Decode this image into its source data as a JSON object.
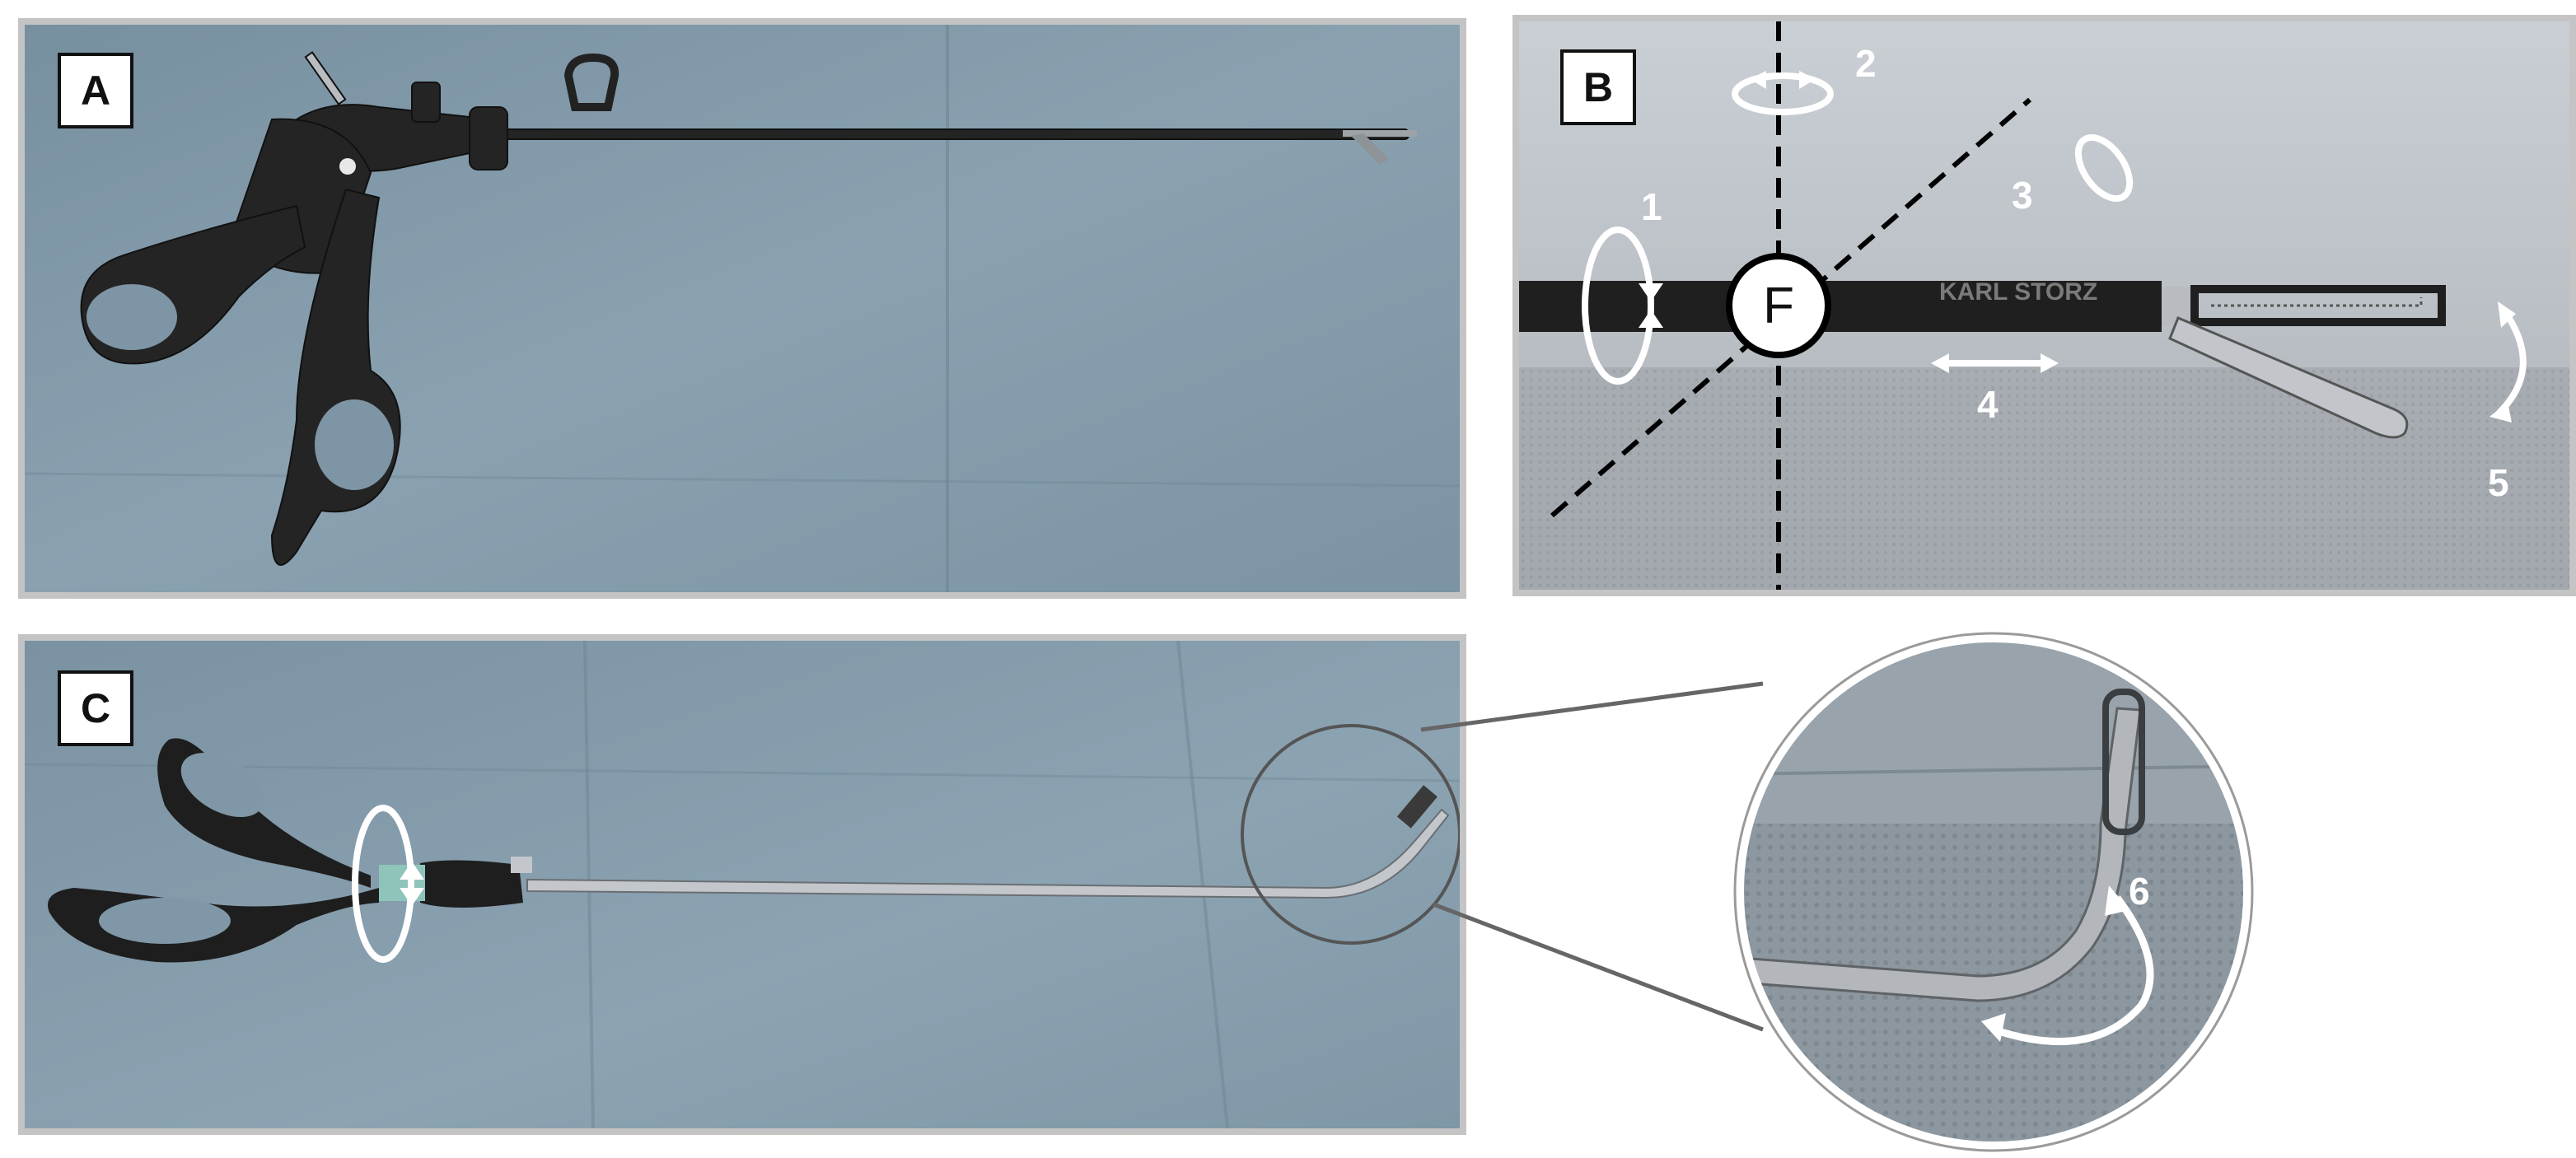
{
  "panels": {
    "a": {
      "label": "A"
    },
    "b": {
      "label": "B",
      "fulcrum_label": "F",
      "brand_text": "KARL STORZ",
      "motions": [
        "1",
        "2",
        "3",
        "4",
        "5"
      ]
    },
    "c": {
      "label": "C"
    }
  },
  "zoom": {
    "motion": "6"
  },
  "colors": {
    "drape": "#7f97a6",
    "instrument": "#2a2a2a",
    "steel": "#b9bcc0",
    "arrow": "#ffffff"
  }
}
